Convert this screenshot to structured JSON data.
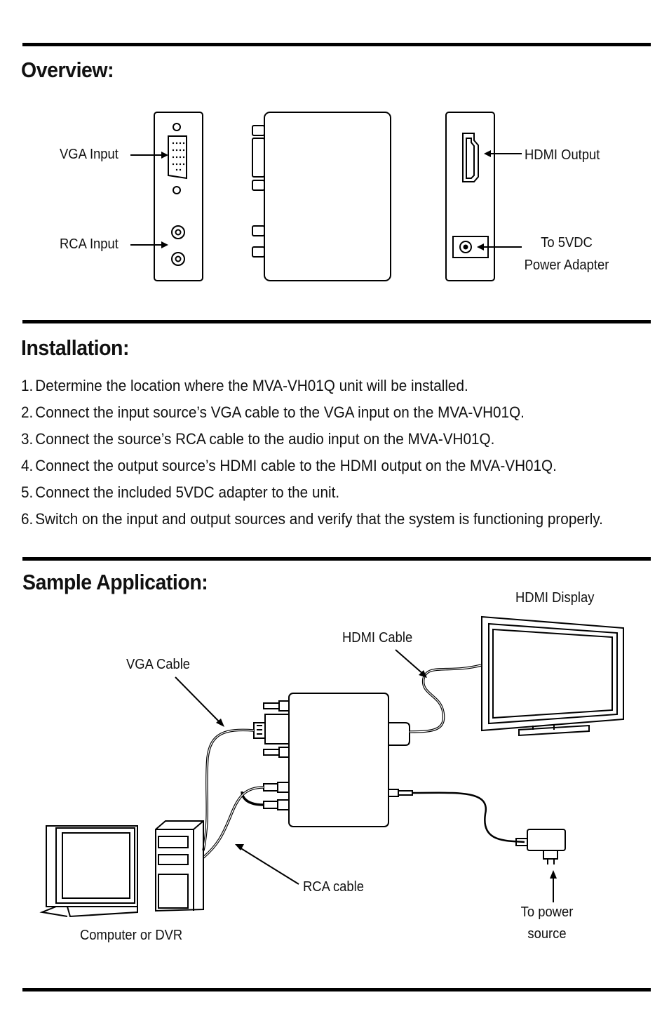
{
  "overview": {
    "heading": "Overview:",
    "labels": {
      "vga_input": "VGA Input",
      "rca_input": "RCA Input",
      "hdmi_output": "HDMI Output",
      "power_line1": "To 5VDC",
      "power_line2": "Power Adapter"
    }
  },
  "installation": {
    "heading": "Installation:",
    "steps": [
      {
        "num": "1.",
        "text": "Determine the location where the MVA-VH01Q unit will be installed."
      },
      {
        "num": "2.",
        "text": "Connect the input source’s VGA cable to the VGA input on the MVA-VH01Q."
      },
      {
        "num": "3.",
        "text": "Connect the source’s RCA cable to the audio input on the MVA-VH01Q."
      },
      {
        "num": "4.",
        "text": "Connect the output source’s HDMI cable to the HDMI output on the MVA-VH01Q."
      },
      {
        "num": "5.",
        "text": "Connect the included 5VDC adapter to the unit."
      },
      {
        "num": "6.",
        "text": "Switch on the input and output sources and verify that the system is functioning properly."
      }
    ]
  },
  "sample": {
    "heading": "Sample Application:",
    "labels": {
      "hdmi_display": "HDMI Display",
      "hdmi_cable": "HDMI Cable",
      "vga_cable": "VGA Cable",
      "rca_cable": "RCA cable",
      "computer": "Computer or DVR",
      "power_line1": "To power",
      "power_line2": "source"
    }
  }
}
